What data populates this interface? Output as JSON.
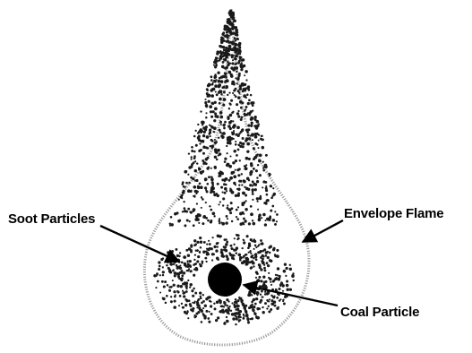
{
  "diagram": {
    "labels": {
      "soot": "Soot Particles",
      "envelope": "Envelope Flame",
      "coal": "Coal Particle"
    },
    "colors": {
      "ink": "#000000",
      "flame_outline": "#9a9a9a",
      "soot_dots": "#1a1a1a",
      "background": "#ffffff"
    }
  }
}
